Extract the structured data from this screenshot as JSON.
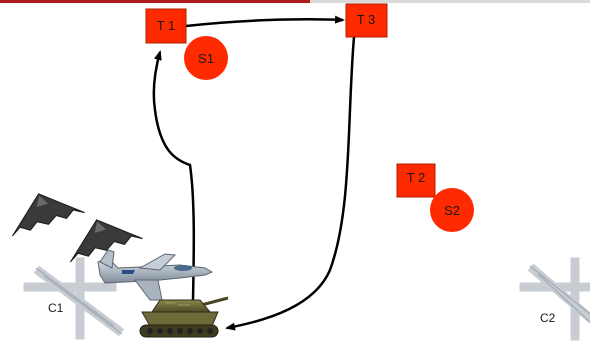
{
  "targets": [
    {
      "id": "t1",
      "label": "T 1"
    },
    {
      "id": "t2",
      "label": "T 2"
    },
    {
      "id": "t3",
      "label": "T 3"
    }
  ],
  "sites": [
    {
      "id": "s1",
      "label": "S1"
    },
    {
      "id": "s2",
      "label": "S2"
    }
  ],
  "checkpoints": [
    {
      "id": "c1",
      "label": "C1"
    },
    {
      "id": "c2",
      "label": "C2"
    }
  ],
  "units": [
    {
      "id": "stealth-bomber-1",
      "icon": "stealth-bomber-icon"
    },
    {
      "id": "stealth-bomber-2",
      "icon": "stealth-bomber-icon"
    },
    {
      "id": "fighter-jet",
      "icon": "fighter-jet-icon"
    },
    {
      "id": "tank",
      "icon": "tank-icon"
    }
  ],
  "colors": {
    "target_fill": "#ff2a00",
    "site_fill": "#ff2a00",
    "arrow": "#000000",
    "accent_bar": "#b01c1c"
  }
}
